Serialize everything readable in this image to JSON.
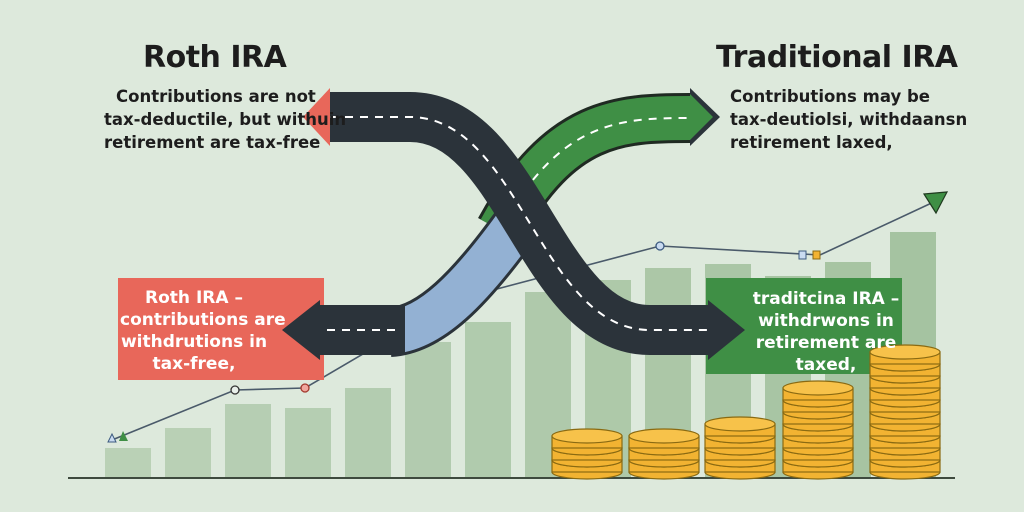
{
  "left": {
    "title": "Roth IRA",
    "description": [
      "Contributions are not",
      "tax-deductile, but withuin",
      "retirement are tax-free"
    ],
    "callout": [
      "Roth IRA –",
      "contributions are",
      "withdrutions in",
      "tax-free,"
    ]
  },
  "right": {
    "title": "Traditional IRA",
    "description": [
      "Contributions may be",
      "tax-deutiolsi, withdaansn",
      "retirement  laxed,"
    ],
    "callout": [
      "traditcina IRA –",
      "withdrwons in",
      "retirement are",
      "taxed,"
    ]
  },
  "colors": {
    "background": "#dde9dc",
    "roth_accent": "#e8675a",
    "traditional_accent": "#3f8f45",
    "road_dark": "#2b333a",
    "road_light": "#93b1d3",
    "bars": "#9dbd98",
    "coins": "#f2b332",
    "coin_edge": "#8a6a12"
  },
  "icons": {
    "left_arrow": "arrow-left-icon",
    "right_arrow": "arrow-right-icon",
    "growth_arrow": "trend-arrow-icon",
    "coins": "coin-stack-icon"
  }
}
